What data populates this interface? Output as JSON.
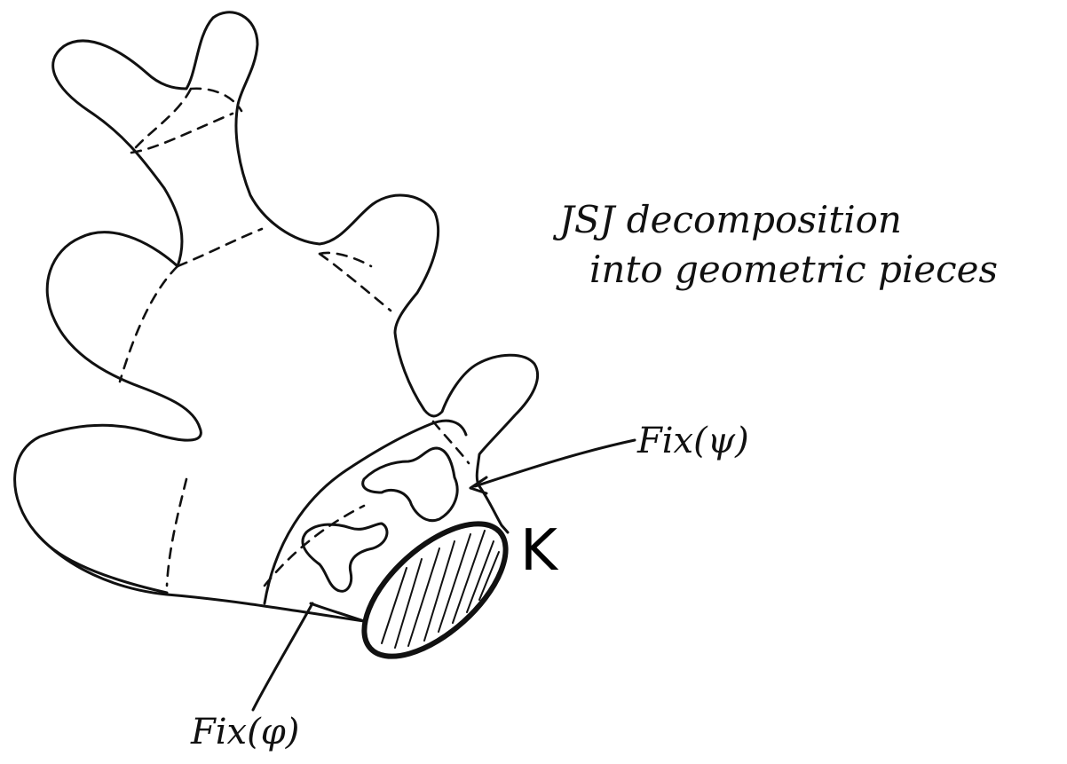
{
  "caption": {
    "line1": "JSJ decomposition",
    "line2": "into geometric pieces"
  },
  "labels": {
    "fix_top": "Fix(ψ)",
    "fix_bottom": "Fix(φ)",
    "k": "K"
  }
}
